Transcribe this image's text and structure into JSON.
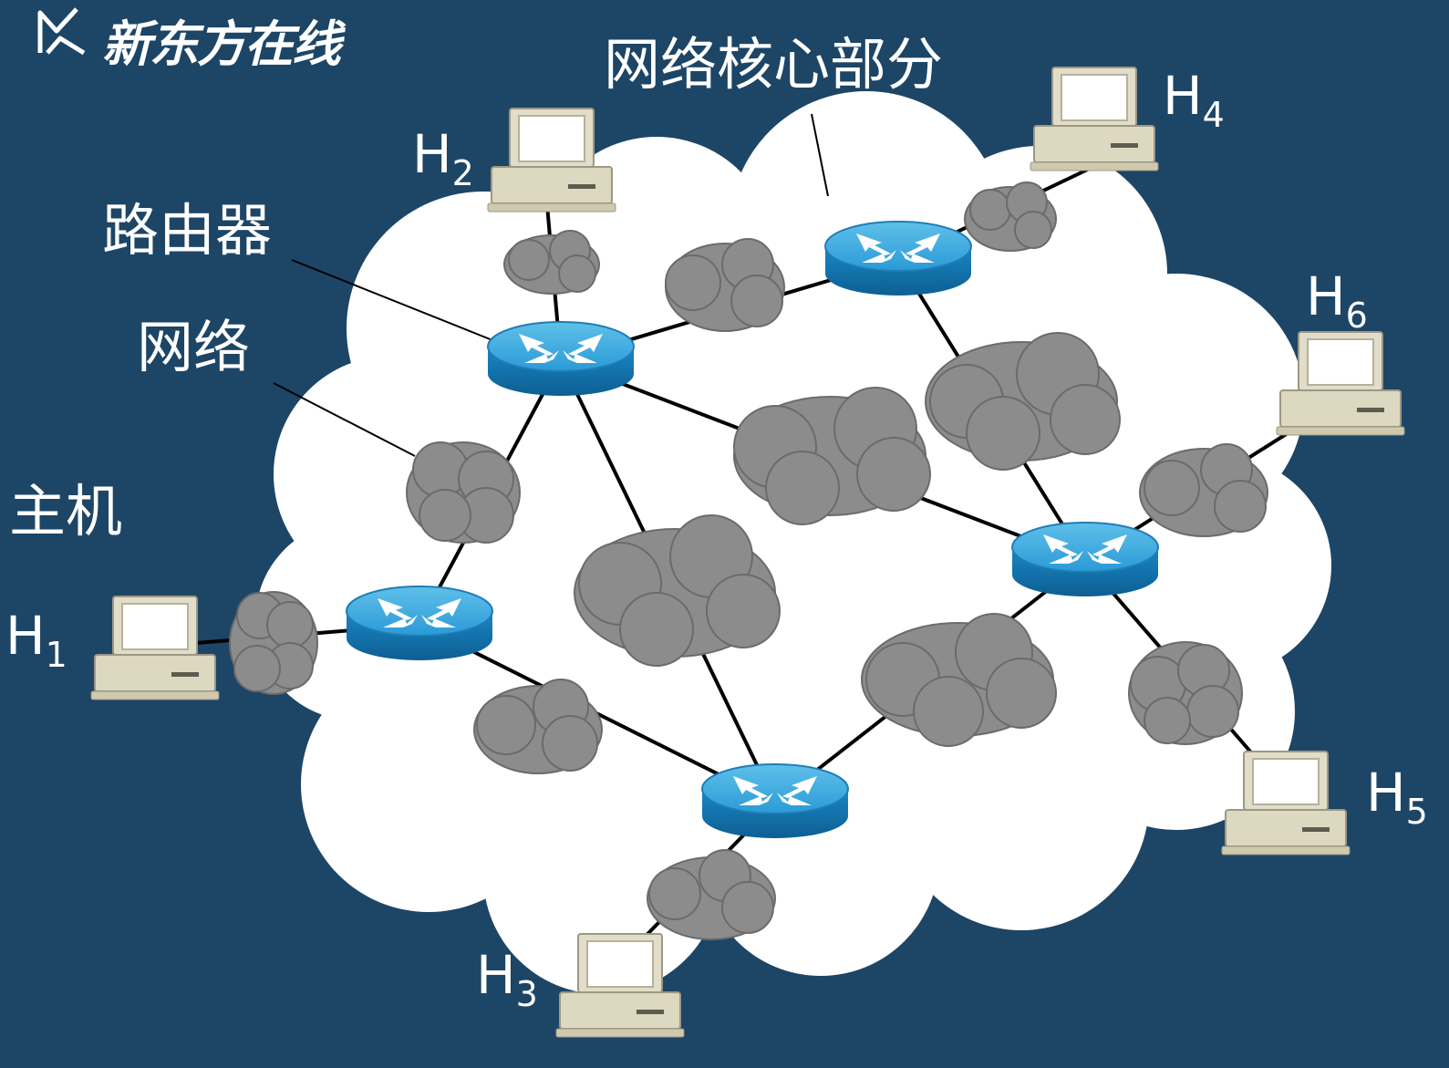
{
  "logo": {
    "text": "新东方在线"
  },
  "labels": {
    "core": "网络核心部分",
    "router": "路由器",
    "network": "网络",
    "host": "主机"
  },
  "hosts": [
    {
      "id": "h1",
      "letter": "H",
      "sub": "1"
    },
    {
      "id": "h2",
      "letter": "H",
      "sub": "2"
    },
    {
      "id": "h3",
      "letter": "H",
      "sub": "3"
    },
    {
      "id": "h4",
      "letter": "H",
      "sub": "4"
    },
    {
      "id": "h5",
      "letter": "H",
      "sub": "5"
    },
    {
      "id": "h6",
      "letter": "H",
      "sub": "6"
    }
  ],
  "colors": {
    "background": "#1d4566",
    "core_cloud": "#ffffff",
    "network_cloud": "#8c8c8c",
    "router": "#1c86c2",
    "computer": "#d9d6bf"
  }
}
